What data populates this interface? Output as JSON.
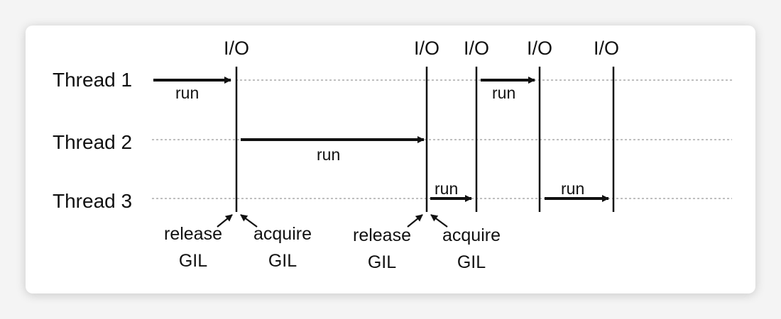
{
  "io_labels": [
    "I/O",
    "I/O",
    "I/O",
    "I/O",
    "I/O"
  ],
  "threads": [
    {
      "label": "Thread 1"
    },
    {
      "label": "Thread 2"
    },
    {
      "label": "Thread 3"
    }
  ],
  "run_label": "run",
  "gil_annotations": [
    {
      "line1": "release",
      "line2": "GIL"
    },
    {
      "line1": "acquire",
      "line2": "GIL"
    },
    {
      "line1": "release",
      "line2": "GIL"
    },
    {
      "line1": "acquire",
      "line2": "GIL"
    }
  ],
  "colors": {
    "ink": "#111111",
    "dotted": "#999999",
    "card": "#ffffff",
    "background": "#f4f4f4"
  }
}
